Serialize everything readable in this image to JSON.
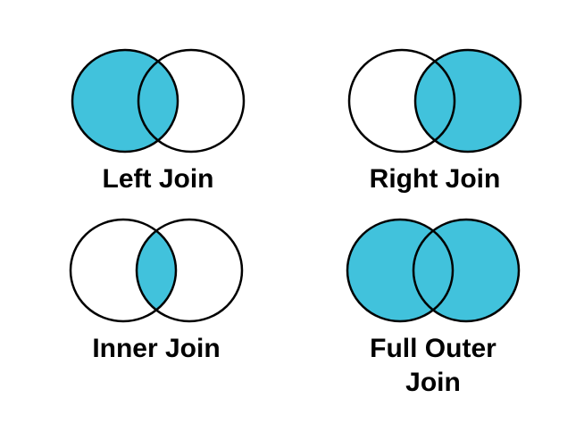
{
  "page": {
    "background_color": "#ffffff"
  },
  "colors": {
    "fill": "#41c2dc",
    "stroke": "#000000",
    "label_text": "#000000"
  },
  "diagrams": [
    {
      "label": "Left Join",
      "left_filled": true,
      "right_filled": false,
      "intersection_filled": true
    },
    {
      "label": "Right Join",
      "left_filled": false,
      "right_filled": true,
      "intersection_filled": true
    },
    {
      "label": "Inner Join",
      "left_filled": false,
      "right_filled": false,
      "intersection_filled": true
    },
    {
      "label": "Full Outer Join",
      "left_filled": true,
      "right_filled": true,
      "intersection_filled": true
    }
  ]
}
